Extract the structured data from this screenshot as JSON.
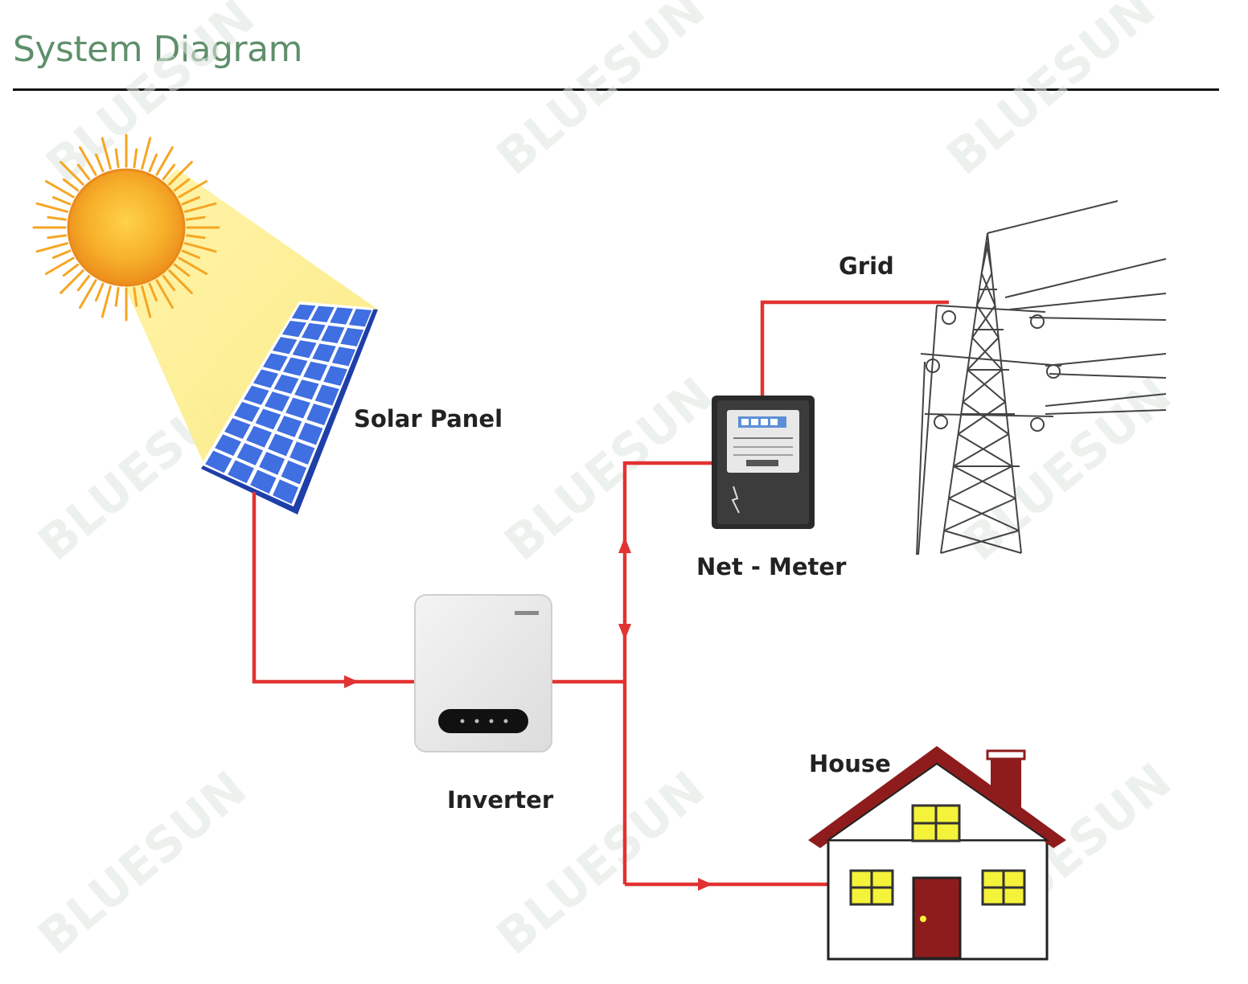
{
  "header": {
    "title": "System Diagram"
  },
  "watermark": {
    "text": "BLUESUN"
  },
  "labels": {
    "solar_panel": "Solar Panel",
    "inverter": "Inverter",
    "net_meter": "Net - Meter",
    "grid": "Grid",
    "house": "House"
  },
  "colors": {
    "title": "#5f8f6c",
    "wire": "#e23232",
    "panel_cell": "#3f6fe0",
    "sun": "#f5a623",
    "house_roof": "#8e1c1c",
    "window": "#f5f23a"
  }
}
